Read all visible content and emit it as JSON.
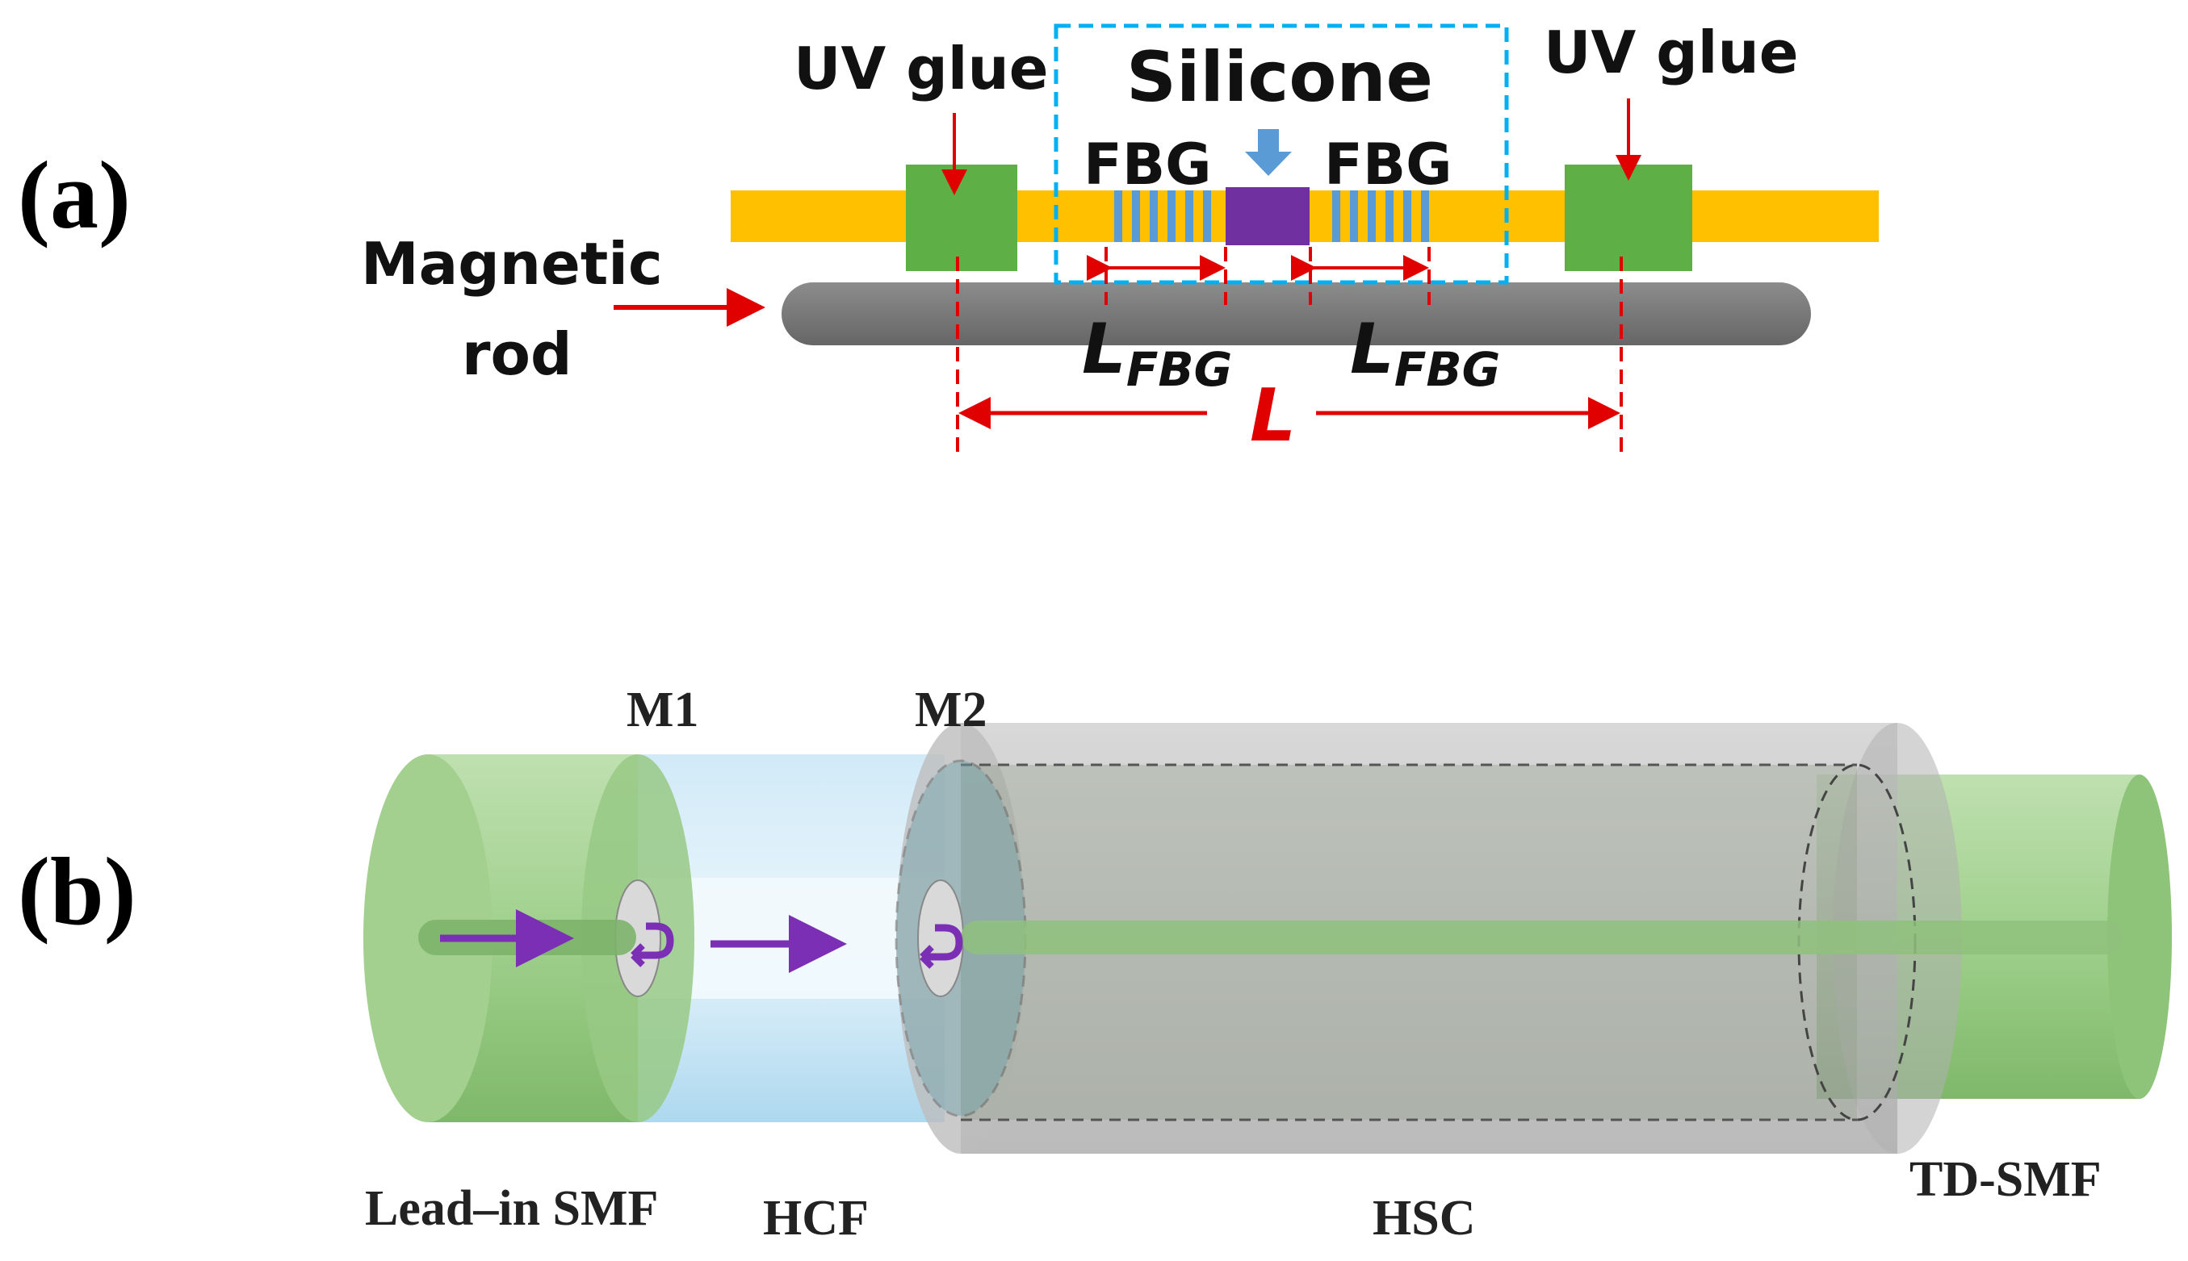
{
  "panel_a": {
    "label": "(a)",
    "uv_glue_left": "UV glue",
    "uv_glue_right": "UV glue",
    "silicone": "Silicone",
    "fbg_left": "FBG",
    "fbg_right": "FBG",
    "magnetic_rod_line1": "Magnetic",
    "magnetic_rod_line2": "rod",
    "lfbg_main": "L",
    "lfbg_sub": "FBG",
    "length": "L"
  },
  "panel_b": {
    "label": "(b)",
    "m1": "M1",
    "m2": "M2",
    "lead_in_smf": "Lead–in SMF",
    "hcf": "HCF",
    "hsc": "HSC",
    "td_smf": "TD-SMF"
  },
  "colors": {
    "fiber_yellow": "#FFC000",
    "glue_green": "#5DAF46",
    "silicone_purple": "#7030A0",
    "grating_blue": "#5B9BD5",
    "rod_gray": "#7F7F7F",
    "dim_red": "#E00000",
    "box_cyan": "#00B0F0",
    "smf_green": "#8DC47A",
    "hcf_blue": "#A9D6EE",
    "hsc_gray": "#A6A6A6",
    "ray_purple": "#7B2FB5"
  }
}
